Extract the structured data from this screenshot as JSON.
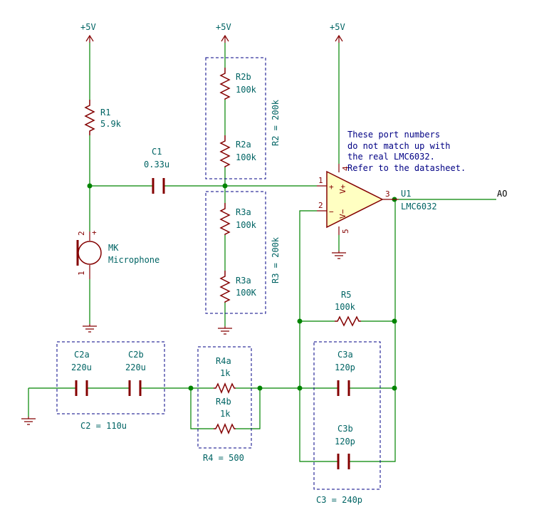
{
  "power": {
    "vcc1": "+5V",
    "vcc2": "+5V",
    "vcc3": "+5V"
  },
  "r1": {
    "ref": "R1",
    "value": "5.9k"
  },
  "c1": {
    "ref": "C1",
    "value": "0.33u"
  },
  "r2b": {
    "ref": "R2b",
    "value": "100k"
  },
  "r2a": {
    "ref": "R2a",
    "value": "100k"
  },
  "r2_group": "R2 = 200k",
  "r3a_top": {
    "ref": "R3a",
    "value": "100k"
  },
  "r3a_bottom": {
    "ref": "R3a",
    "value": "100K"
  },
  "r3_group": "R3 = 200k",
  "mic": {
    "ref": "MK",
    "value": "Microphone",
    "pin_top": "2",
    "pin_bottom": "1",
    "plus": "+"
  },
  "opamp": {
    "ref": "U1",
    "value": "LMC6032",
    "pin_in_plus": "1",
    "pin_in_minus": "2",
    "pin_out": "3",
    "pin_vcc": "4",
    "pin_gnd": "5",
    "plus_sign": "+",
    "minus_sign": "−",
    "vplus": "V+",
    "vminus": "V−"
  },
  "note_lines": [
    "These port numbers",
    "do not match up with",
    "the real LMC6032.",
    "Refer to the datasheet."
  ],
  "output_net": "AO",
  "r5": {
    "ref": "R5",
    "value": "100k"
  },
  "c2a": {
    "ref": "C2a",
    "value": "220u"
  },
  "c2b": {
    "ref": "C2b",
    "value": "220u"
  },
  "c2_group": "C2 = 110u",
  "r4a": {
    "ref": "R4a",
    "value": "1k"
  },
  "r4b": {
    "ref": "R4b",
    "value": "1k"
  },
  "r4_group": "R4 = 500",
  "c3a": {
    "ref": "C3a",
    "value": "120p"
  },
  "c3b": {
    "ref": "C3b",
    "value": "120p"
  },
  "c3_group": "C3 = 240p"
}
